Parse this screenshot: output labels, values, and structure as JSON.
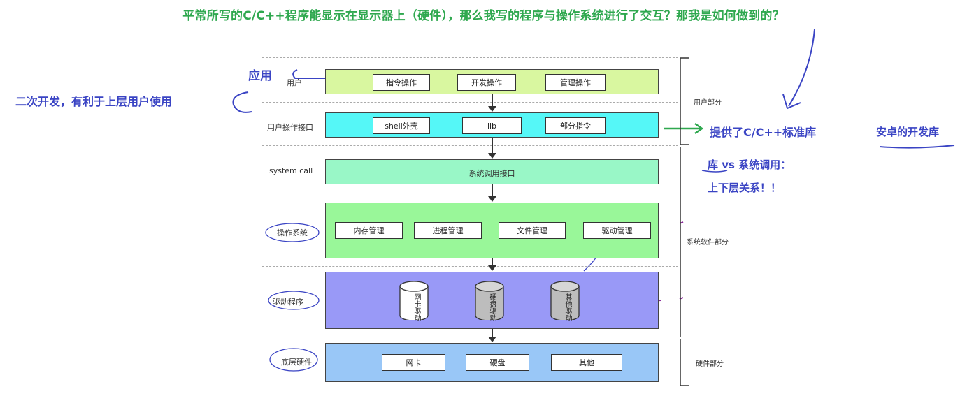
{
  "question": "平常所写的C/C++程序能显示在显示器上（硬件），那么我写的程序与操作系统进行了交互？那我是如何做到的？",
  "notes": {
    "app": "应用",
    "secondary_dev": "二次开发，有利于上层用户使用",
    "std_lib": "提供了C/C++标准库",
    "android_lib": "安卓的开发库",
    "lib_vs_syscall": "库 vs 系统调用：",
    "relation": "上下层关系！！"
  },
  "layers": {
    "user": {
      "label": "用户",
      "items": [
        "指令操作",
        "开发操作",
        "管理操作"
      ]
    },
    "user_api": {
      "label": "用户操作接口",
      "items": [
        "shell外壳",
        "lib",
        "部分指令"
      ]
    },
    "syscall": {
      "label": "system call",
      "items": [
        "系统调用接口"
      ]
    },
    "os": {
      "label": "操作系统",
      "items": [
        "内存管理",
        "进程管理",
        "文件管理",
        "驱动管理"
      ]
    },
    "driver": {
      "label": "驱动程序",
      "items": [
        "网卡驱动",
        "硬盘驱动",
        "其他驱动"
      ]
    },
    "hardware": {
      "label": "底层硬件",
      "items": [
        "网卡",
        "硬盘",
        "其他"
      ]
    }
  },
  "sections": {
    "user_part": "用户部分",
    "system_part": "系统软件部分",
    "hardware_part": "硬件部分"
  },
  "colors": {
    "user": "#d9f7a0",
    "user_api": "#55f7f7",
    "syscall": "#99f7c7",
    "os": "#99f799",
    "driver": "#9999f7",
    "hardware": "#99c7f7",
    "green_note": "#2fa84f",
    "blue_note": "#3a44c4"
  }
}
